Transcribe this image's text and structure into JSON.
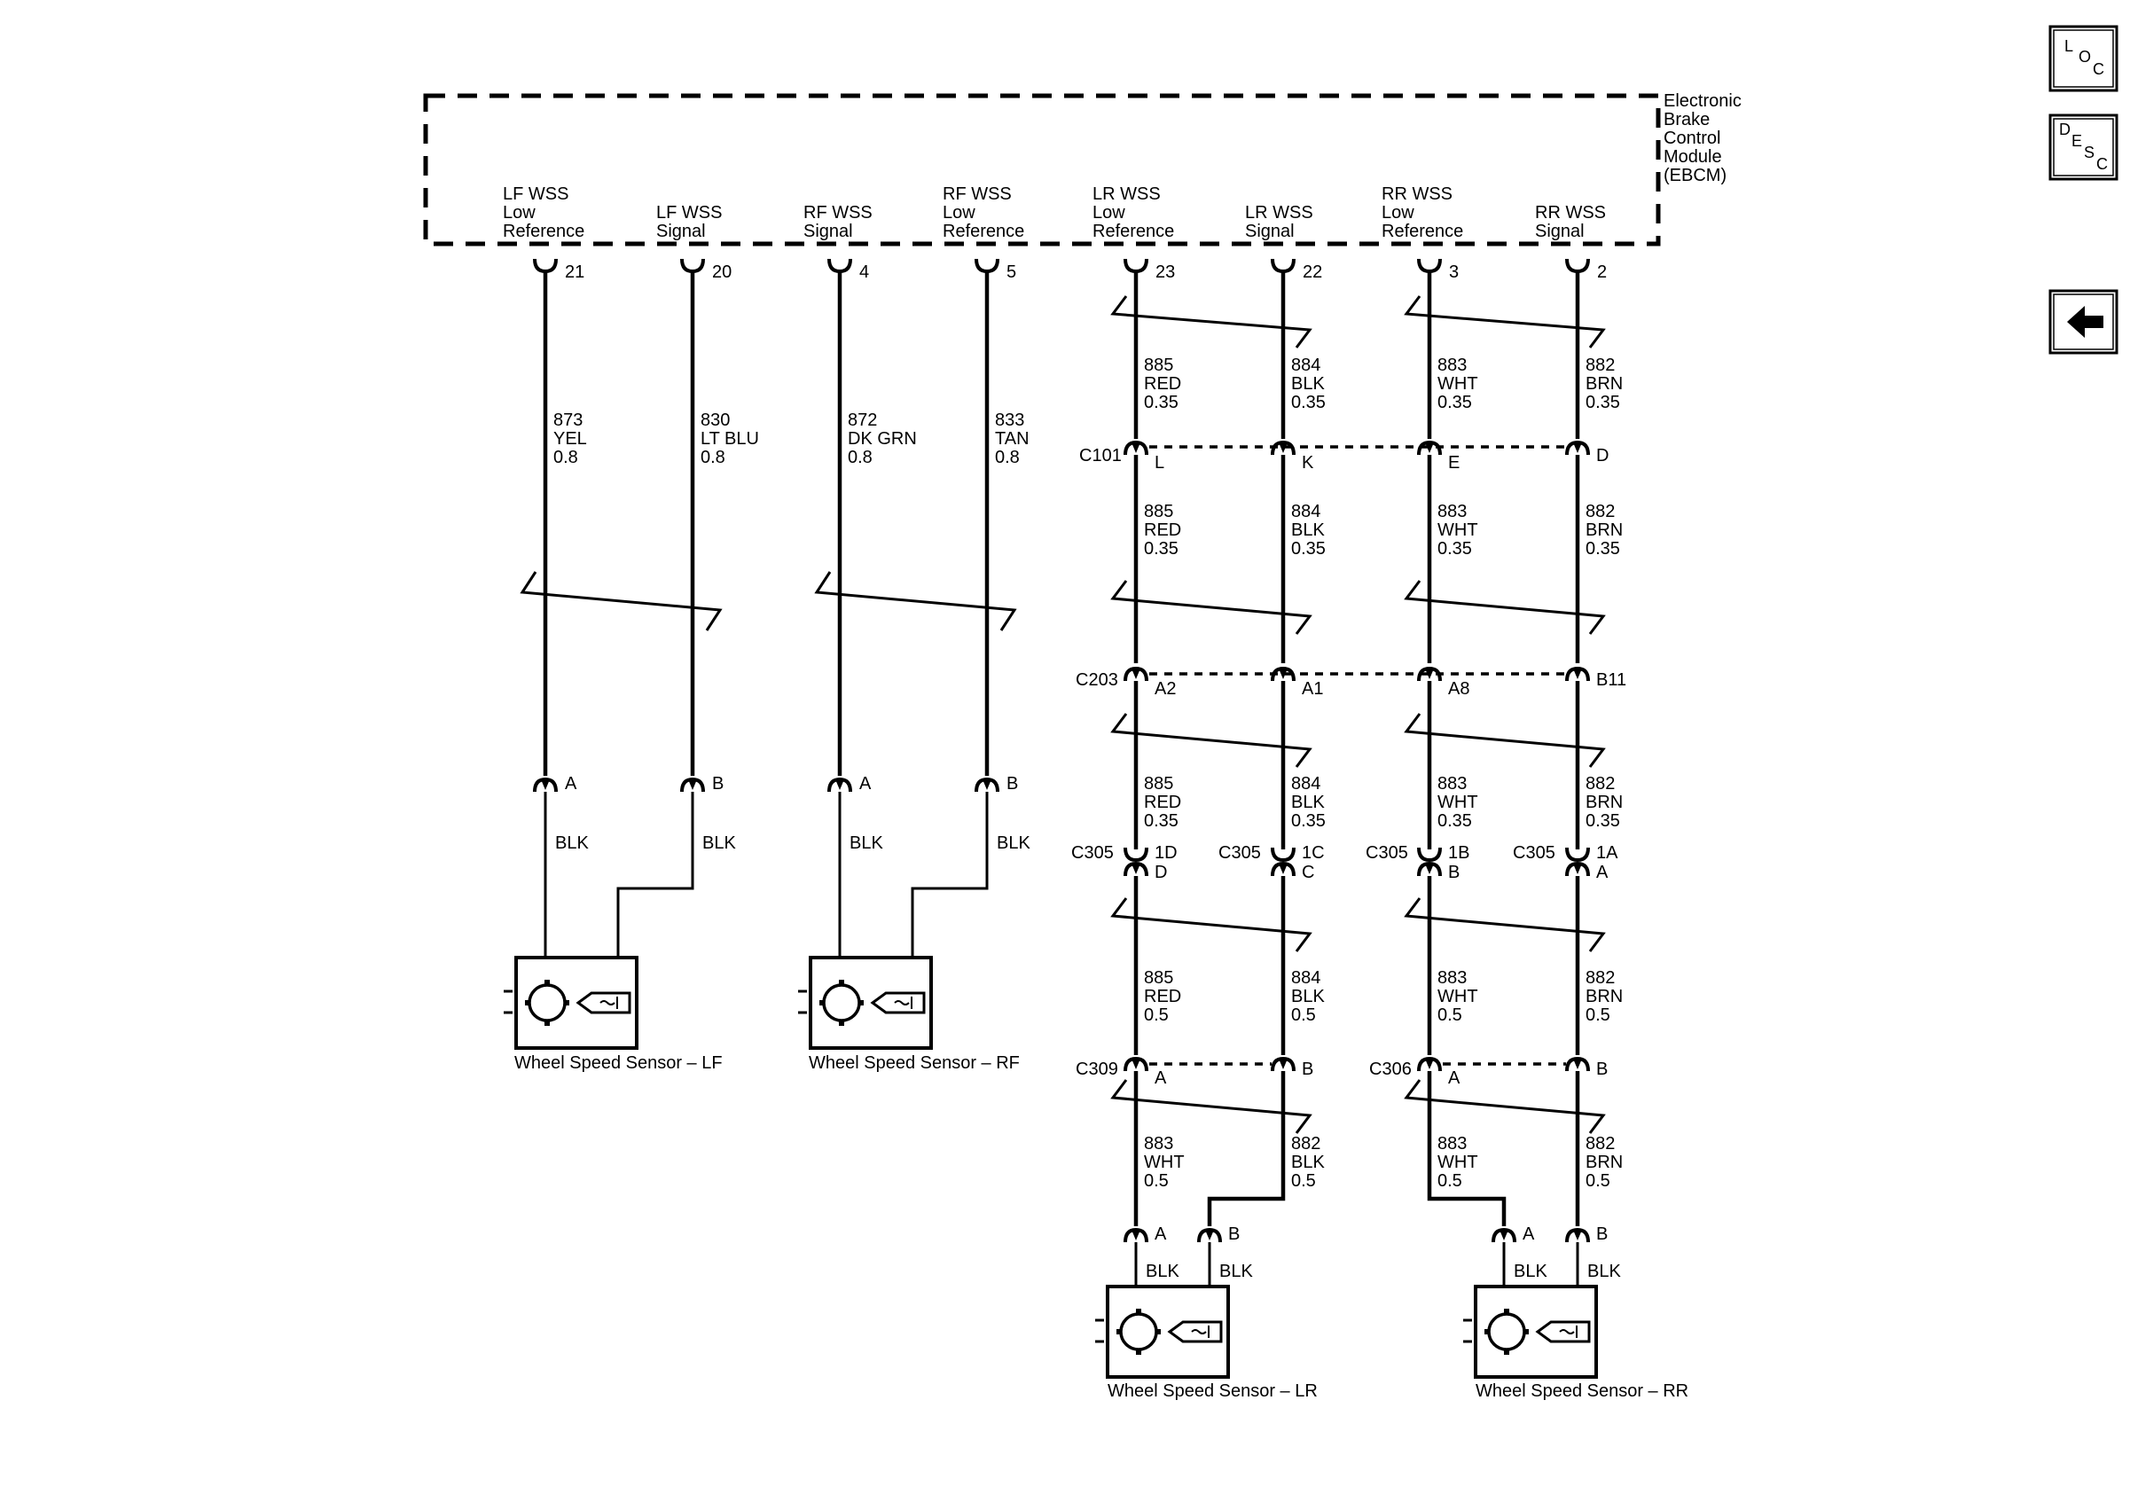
{
  "module": {
    "name_lines": [
      "Electronic",
      "Brake",
      "Control",
      "Module",
      "(EBCM)"
    ],
    "pins": [
      {
        "label": [
          "LF WSS",
          "Low",
          "Reference"
        ],
        "pin": "21"
      },
      {
        "label": [
          "LF WSS",
          "Signal"
        ],
        "pin": "20"
      },
      {
        "label": [
          "RF WSS",
          "Signal"
        ],
        "pin": "4"
      },
      {
        "label": [
          "RF WSS",
          "Low",
          "Reference"
        ],
        "pin": "5"
      },
      {
        "label": [
          "LR WSS",
          "Low",
          "Reference"
        ],
        "pin": "23"
      },
      {
        "label": [
          "LR WSS",
          "Signal"
        ],
        "pin": "22"
      },
      {
        "label": [
          "RR WSS",
          "Low",
          "Reference"
        ],
        "pin": "3"
      },
      {
        "label": [
          "RR WSS",
          "Signal"
        ],
        "pin": "2"
      }
    ]
  },
  "front_wires": [
    {
      "circuit": [
        "873",
        "YEL",
        "0.8"
      ]
    },
    {
      "circuit": [
        "830",
        "LT BLU",
        "0.8"
      ]
    },
    {
      "circuit": [
        "872",
        "DK GRN",
        "0.8"
      ]
    },
    {
      "circuit": [
        "833",
        "TAN",
        "0.8"
      ]
    }
  ],
  "front_connectors": [
    {
      "pin": "A",
      "color": "BLK"
    },
    {
      "pin": "B",
      "color": "BLK"
    },
    {
      "pin": "A",
      "color": "BLK"
    },
    {
      "pin": "B",
      "color": "BLK"
    }
  ],
  "rear_segment1": [
    [
      "885",
      "RED",
      "0.35"
    ],
    [
      "884",
      "BLK",
      "0.35"
    ],
    [
      "883",
      "WHT",
      "0.35"
    ],
    [
      "882",
      "BRN",
      "0.35"
    ]
  ],
  "c101": {
    "name": "C101",
    "pins": [
      "L",
      "K",
      "E",
      "D"
    ]
  },
  "rear_segment2": [
    [
      "885",
      "RED",
      "0.35"
    ],
    [
      "884",
      "BLK",
      "0.35"
    ],
    [
      "883",
      "WHT",
      "0.35"
    ],
    [
      "882",
      "BRN",
      "0.35"
    ]
  ],
  "c203": {
    "name": "C203",
    "pins": [
      "A2",
      "A1",
      "A8",
      "B11"
    ]
  },
  "rear_segment3": [
    [
      "885",
      "RED",
      "0.35"
    ],
    [
      "884",
      "BLK",
      "0.35"
    ],
    [
      "883",
      "WHT",
      "0.35"
    ],
    [
      "882",
      "BRN",
      "0.35"
    ]
  ],
  "c305": [
    {
      "name": "C305",
      "pin_top": "1D",
      "pin_bottom": "D"
    },
    {
      "name": "C305",
      "pin_top": "1C",
      "pin_bottom": "C"
    },
    {
      "name": "C305",
      "pin_top": "1B",
      "pin_bottom": "B"
    },
    {
      "name": "C305",
      "pin_top": "1A",
      "pin_bottom": "A"
    }
  ],
  "rear_segment4": [
    [
      "885",
      "RED",
      "0.5"
    ],
    [
      "884",
      "BLK",
      "0.5"
    ],
    [
      "883",
      "WHT",
      "0.5"
    ],
    [
      "882",
      "BRN",
      "0.5"
    ]
  ],
  "c309": {
    "name": "C309",
    "pins": [
      "A",
      "B"
    ]
  },
  "c306": {
    "name": "C306",
    "pins": [
      "A",
      "B"
    ]
  },
  "rear_segment5": [
    [
      "883",
      "WHT",
      "0.5"
    ],
    [
      "882",
      "BLK",
      "0.5"
    ],
    [
      "883",
      "WHT",
      "0.5"
    ],
    [
      "882",
      "BRN",
      "0.5"
    ]
  ],
  "rear_connectors": [
    {
      "pin": "A",
      "color": "BLK"
    },
    {
      "pin": "B",
      "color": "BLK"
    },
    {
      "pin": "A",
      "color": "BLK"
    },
    {
      "pin": "B",
      "color": "BLK"
    }
  ],
  "sensors": [
    {
      "label": "Wheel Speed Sensor – LF"
    },
    {
      "label": "Wheel Speed Sensor – RF"
    },
    {
      "label": "Wheel Speed Sensor – LR"
    },
    {
      "label": "Wheel Speed Sensor – RR"
    }
  ],
  "nav": {
    "loc": [
      "L",
      "O",
      "C"
    ],
    "desc": [
      "D",
      "E",
      "S",
      "C"
    ],
    "back_icon": "back-arrow-icon"
  }
}
